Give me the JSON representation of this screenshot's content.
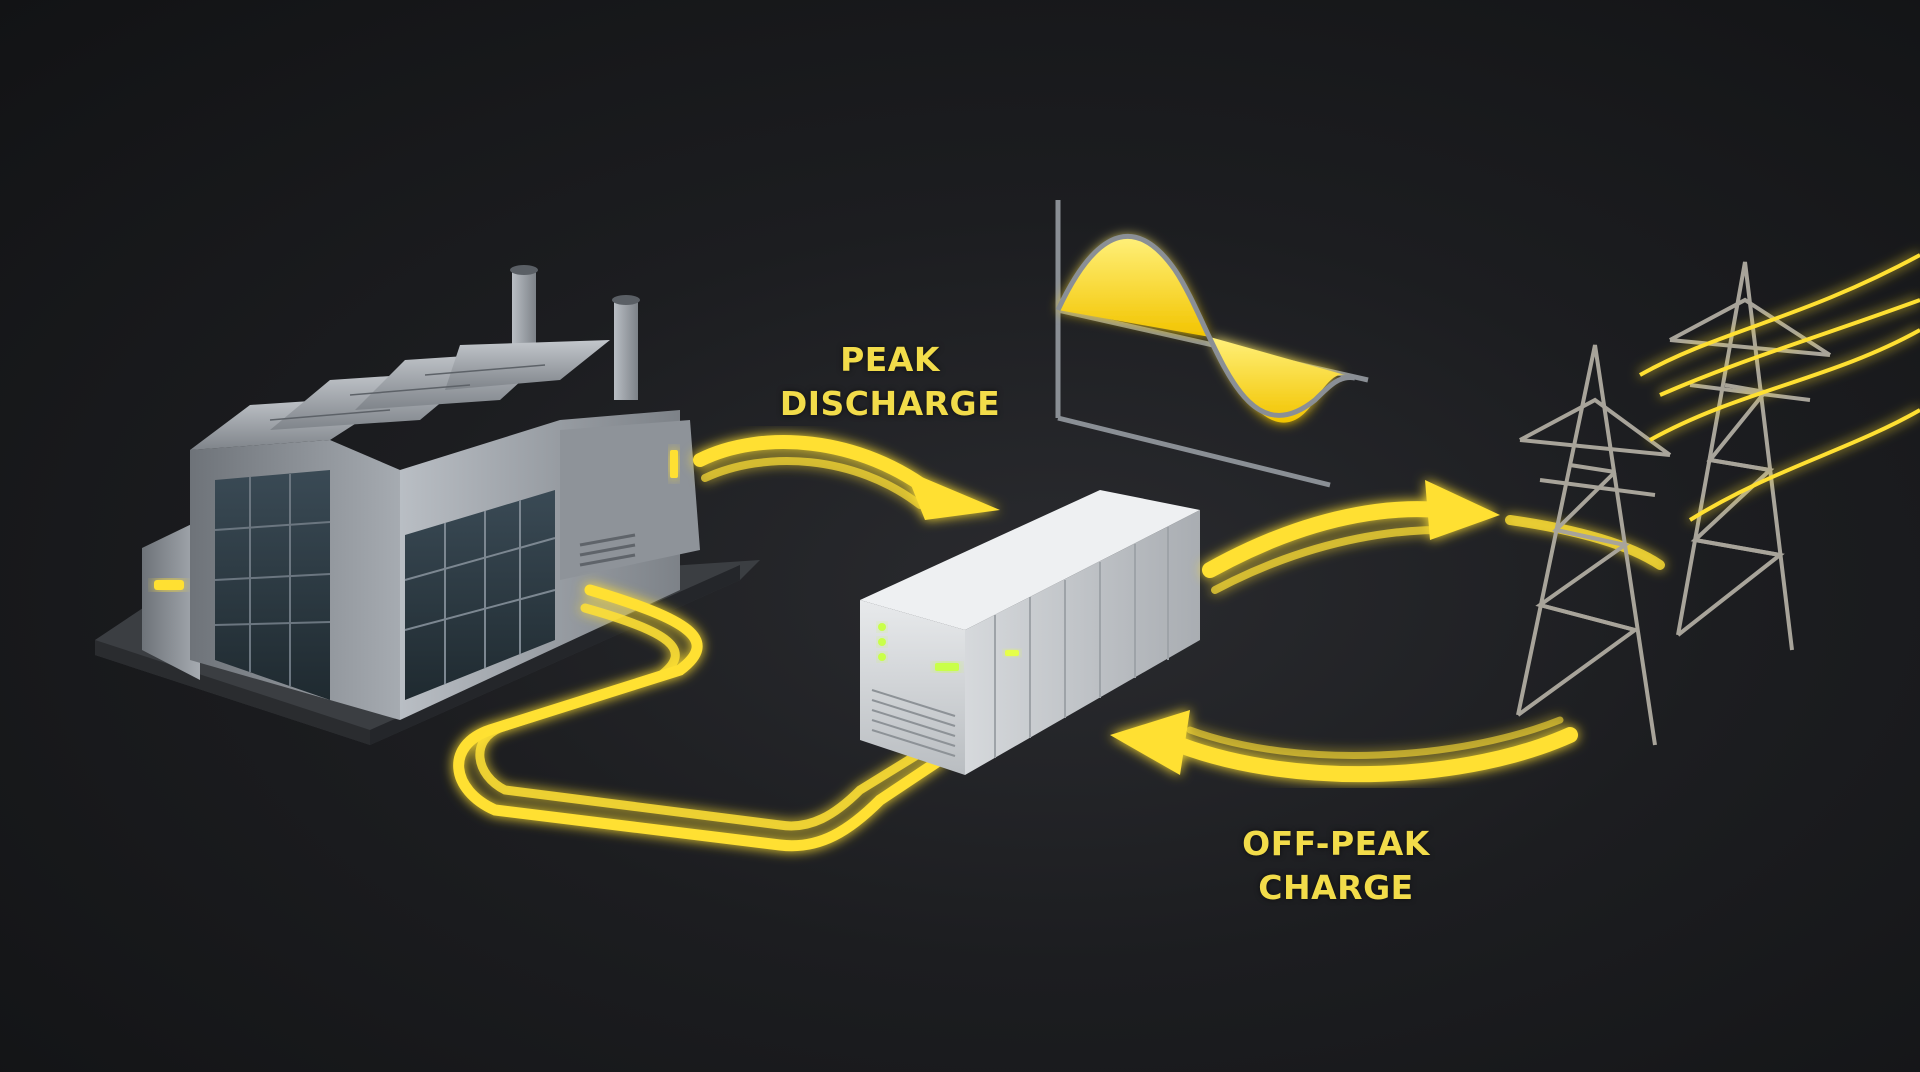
{
  "labels": {
    "peak_discharge": [
      "PEAK",
      "DISCHARGE"
    ],
    "off_peak_charge": [
      "OFF-PEAK",
      "CHARGE"
    ]
  },
  "colors": {
    "background": "#1c1d20",
    "energy_flow": "#ffe033",
    "label_text": "#f2dc4a",
    "steel": "#9aa0a6",
    "container": "#dcdfe2"
  },
  "icons": [
    "factory-icon",
    "battery-container-icon",
    "transmission-tower-icon",
    "sine-wave-chart-icon"
  ]
}
